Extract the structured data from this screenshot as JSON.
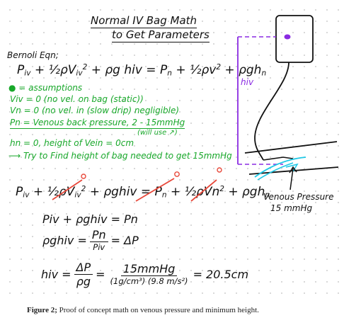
{
  "title": {
    "line1": "Normal IV Bag Math",
    "line2": "to Get Parameters"
  },
  "bernoulli": {
    "label": "Bernoli Eqn;",
    "lhs": {
      "p": "P",
      "p_sub": "iv",
      "plus1": "+",
      "half": "½",
      "rho_v": "ρV",
      "v_sub": "iv",
      "sq": "2",
      "plus2": "+",
      "rho_g_h": "ρg hiv"
    },
    "equals": "=",
    "rhs": {
      "p": "P",
      "p_sub": "n",
      "plus1": "+",
      "half": "½",
      "rho_v": "ρv",
      "sq": "2",
      "plus2": "+",
      "rho_g_h": "ρgh",
      "h_sub": "n"
    }
  },
  "assumptions": {
    "header": "● = assumptions",
    "item1": "Viv = 0 (no vel. on bag (static))",
    "item2": "Vn = 0 (no vel. in (slow drip) negligible)",
    "item3": "Pn = Venous back pressure, 2 - 15mmHg",
    "item3_note": "(will use ↗)",
    "item4": "hn = 0, height of Vein = 0cm",
    "item5": "⟶ Try to Find height of bag needed to get 15mmHg"
  },
  "cancelled": {
    "lhs": {
      "p": "P",
      "p_sub": "iv",
      "plus1": "+",
      "half": "½",
      "rho_v": "ρV",
      "v_sub": "iv",
      "sq": "2",
      "plus2": "+",
      "rho_g_h": "ρghiv"
    },
    "equals": "=",
    "rhs": {
      "p": "P",
      "p_sub": "n",
      "plus1": "+",
      "half": "½",
      "rho_v": "ρVn",
      "sq": "2",
      "plus2": "+",
      "rho_g_h": "ρgh",
      "h_sub": "n"
    },
    "zero_mark": "0"
  },
  "step2": {
    "text": "Piv + ρghiv = Pn"
  },
  "step3": {
    "lhs": "ρghiv =",
    "num": "Pn",
    "den": "Piv",
    "rhs": "= ΔP"
  },
  "step4": {
    "lhs": "hiv =",
    "num1": "ΔP",
    "den1": "ρg",
    "eq": "=",
    "num2": "15mmHg",
    "den2": "(1g/cm³) (9.8 m/s²)",
    "result": "= 20.5cm"
  },
  "diagram": {
    "h_label": "hiv",
    "venous_line1": "Venous Pressure",
    "venous_line2": "15 mmHg"
  },
  "colors": {
    "ink": "#111111",
    "green": "#18a82a",
    "purple": "#8a2be2",
    "red": "#e8483a",
    "cyan": "#1ec8e6"
  },
  "caption": {
    "label": "Figure 2;",
    "text": " Proof of concept math on venous pressure and minimum height."
  }
}
